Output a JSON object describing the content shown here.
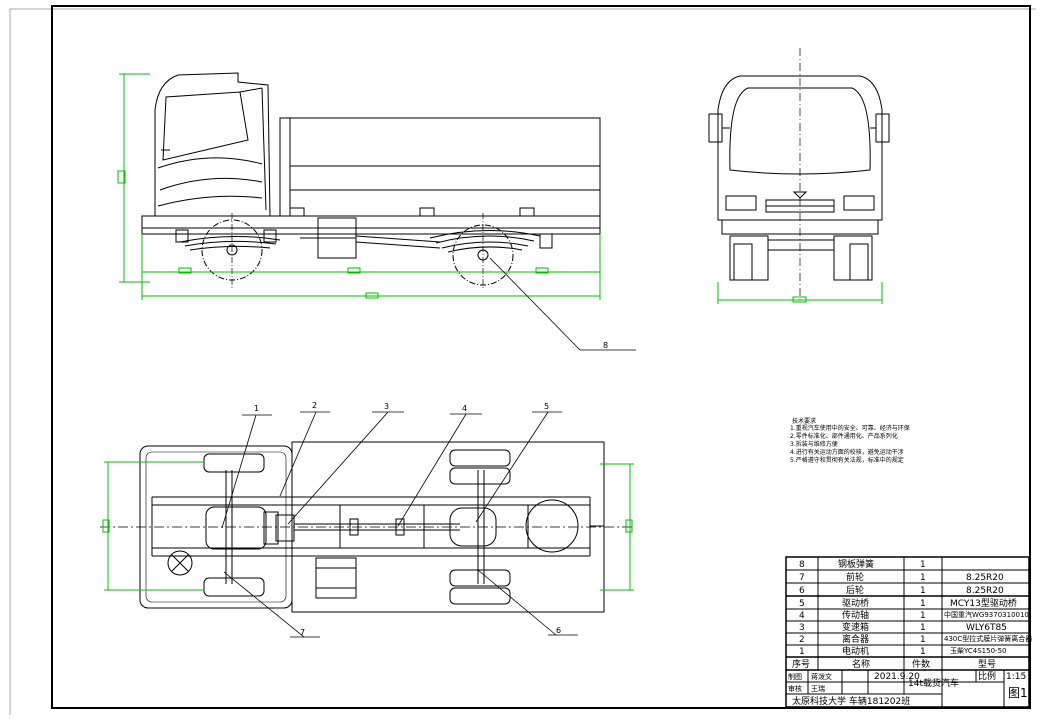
{
  "drawing": {
    "balloons": [
      "1",
      "2",
      "3",
      "4",
      "5",
      "6",
      "7",
      "8"
    ],
    "requirements": {
      "title": "技术要求",
      "lines": [
        "1.重视汽车使用中的安全、可靠、经济与环保",
        "2.零件标准化、部件通用化、产品系列化",
        "3.拆装与维修方便",
        "4.进行有关运动方面的校核，避免运动干涉",
        "5.严格遵守和贯彻有关法规，标准中的规定"
      ]
    }
  },
  "parts_list": [
    {
      "no": "8",
      "name": "钢板弹簧",
      "qty": "1",
      "spec": ""
    },
    {
      "no": "7",
      "name": "前轮",
      "qty": "1",
      "spec": "8.25R20"
    },
    {
      "no": "6",
      "name": "后轮",
      "qty": "1",
      "spec": "8.25R20"
    },
    {
      "no": "5",
      "name": "驱动桥",
      "qty": "1",
      "spec": "MCY13型驱动桥"
    },
    {
      "no": "4",
      "name": "传动轴",
      "qty": "1",
      "spec": "中国重汽WG9370310010"
    },
    {
      "no": "3",
      "name": "变速箱",
      "qty": "1",
      "spec": "WLY6T85"
    },
    {
      "no": "2",
      "name": "离合器",
      "qty": "1",
      "spec": "430C型拉式膜片弹簧离合器"
    },
    {
      "no": "1",
      "name": "电动机",
      "qty": "1",
      "spec": "玉柴YC4S150-50"
    }
  ],
  "table_header": {
    "no": "序号",
    "name": "名称",
    "qty": "件数",
    "spec": "型号"
  },
  "title_block": {
    "drawn_label": "制图",
    "drawn_by": "蒋泼文",
    "date": "2021.9.20",
    "checked_label": "审核",
    "checked_by": "王瑞",
    "drawing_title": "14t载货汽车",
    "scale_label": "比例",
    "scale": "1:15",
    "sheet": "图1",
    "school": "太原科技大学 车辆181202班"
  }
}
